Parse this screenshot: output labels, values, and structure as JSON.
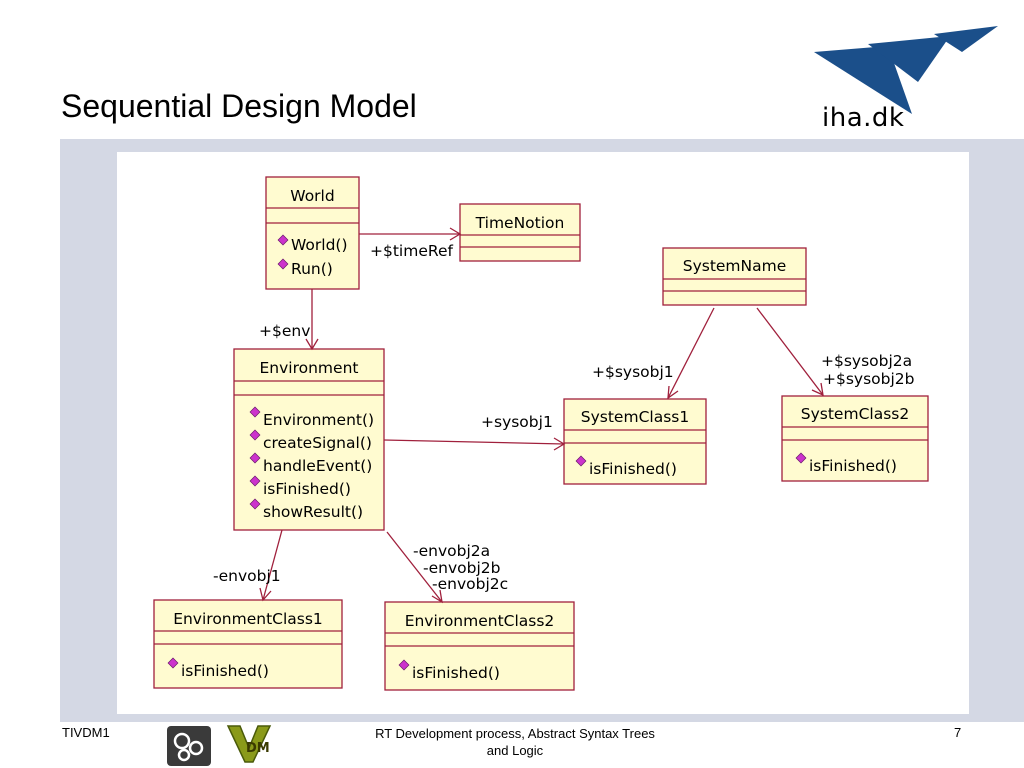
{
  "slide": {
    "title": "Sequential Design Model",
    "logo_text": "iha.dk"
  },
  "colors": {
    "class_fill": "#fffbd0",
    "class_stroke": "#a0203c",
    "panel_bg": "#d4d8e4",
    "logo_blue": "#1b4f8a",
    "operation_icon": "#cc33cc"
  },
  "diagram": {
    "classes": {
      "world": {
        "name": "World",
        "operations": [
          "World()",
          "Run()"
        ]
      },
      "timenotion": {
        "name": "TimeNotion",
        "operations": []
      },
      "systemname": {
        "name": "SystemName",
        "operations": []
      },
      "environment": {
        "name": "Environment",
        "operations": [
          "Environment()",
          "createSignal()",
          "handleEvent()",
          "isFinished()",
          "showResult()"
        ]
      },
      "systemclass1": {
        "name": "SystemClass1",
        "operations": [
          "isFinished()"
        ]
      },
      "systemclass2": {
        "name": "SystemClass2",
        "operations": [
          "isFinished()"
        ]
      },
      "environmentclass1": {
        "name": "EnvironmentClass1",
        "operations": [
          "isFinished()"
        ]
      },
      "environmentclass2": {
        "name": "EnvironmentClass2",
        "operations": [
          "isFinished()"
        ]
      }
    },
    "associations": {
      "timeref": {
        "label": "+$timeRef"
      },
      "env": {
        "label": "+$env"
      },
      "sysobj1_static": {
        "label": "+$sysobj1"
      },
      "sysobj2": {
        "labels": [
          "+$sysobj2a",
          "+$sysobj2b"
        ]
      },
      "sysobj1": {
        "label": "+sysobj1"
      },
      "envobj1": {
        "label": "-envobj1"
      },
      "envobj2": {
        "labels": [
          "-envobj2a",
          "-envobj2b",
          "-envobj2c"
        ]
      }
    }
  },
  "footer": {
    "left": "TIVDM1",
    "center_line1": "RT Development process, Abstract Syntax Trees",
    "center_line2": "and Logic",
    "page": "7"
  }
}
